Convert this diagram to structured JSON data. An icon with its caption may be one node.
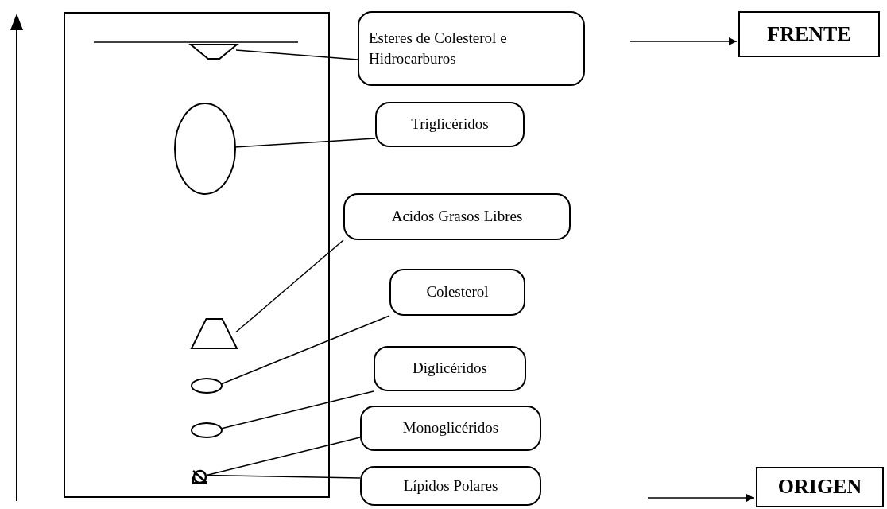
{
  "diagram": {
    "nodes": [
      {
        "text": [],
        "shape": "box"
      },
      {
        "text": [],
        "shape": "trapezoid",
        "in": 0
      },
      {
        "text": [],
        "shape": "ellipse",
        "in": 0
      },
      {
        "text": [],
        "shape": "trapezoid",
        "in": 0
      },
      {
        "text": [],
        "shape": "ellipse",
        "in": 0
      },
      {
        "text": [],
        "shape": "ellipse",
        "in": 0
      },
      {
        "text": [],
        "shape": "circle",
        "in": 0
      },
      {
        "text": [
          "Esteres de Colesterol e Hidrocarburos"
        ]
      },
      {
        "text": [
          "Triglicéridos"
        ]
      },
      {
        "text": [
          "Acidos Grasos Libres"
        ]
      },
      {
        "text": [
          "Colesterol"
        ]
      },
      {
        "text": [
          "Diglicéridos"
        ]
      },
      {
        "text": [
          "Monoglicéridos"
        ]
      },
      {
        "text": [
          "Lípidos Polares"
        ]
      },
      {
        "text": [
          "FRENTE"
        ]
      },
      {
        "text": [
          "ORIGEN"
        ]
      }
    ],
    "edges": [
      {
        "from": 7,
        "to": 1,
        "arrow": "none"
      },
      {
        "from": 8,
        "to": 2,
        "arrow": "none"
      },
      {
        "from": 9,
        "to": 3,
        "arrow": "none"
      },
      {
        "from": 10,
        "to": 4,
        "arrow": "none"
      },
      {
        "from": 11,
        "to": 5,
        "arrow": "none"
      },
      {
        "from": 12,
        "to": 6,
        "arrow": "none"
      },
      {
        "from": 13,
        "to": 6,
        "arrow": "none"
      },
      {
        "from": null,
        "to": 14,
        "arrow": "to"
      },
      {
        "from": null,
        "to": 15,
        "arrow": "to"
      }
    ]
  }
}
